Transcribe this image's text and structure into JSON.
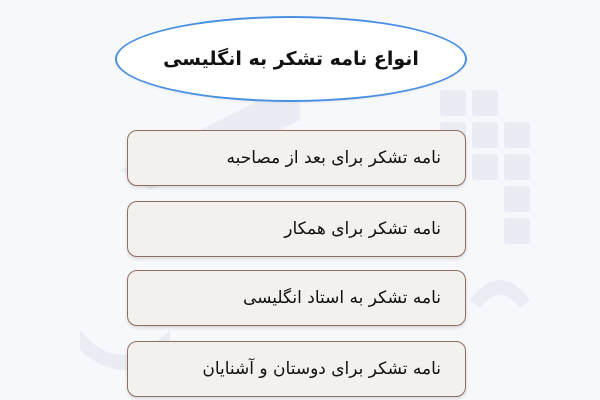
{
  "title": "انواع نامه تشکر به انگلیسی",
  "items": [
    {
      "label": "نامه تشکر برای بعد از مصاحبه"
    },
    {
      "label": "نامه تشکر برای همکار"
    },
    {
      "label": "نامه تشکر به استاد انگلیسی"
    },
    {
      "label": "نامه تشکر برای دوستان و آشنایان"
    }
  ],
  "colors": {
    "title_border": "#4a90e2",
    "item_border": "#8e6f62",
    "item_background": "#f3f1ee",
    "page_background": "#f7f8fb"
  }
}
